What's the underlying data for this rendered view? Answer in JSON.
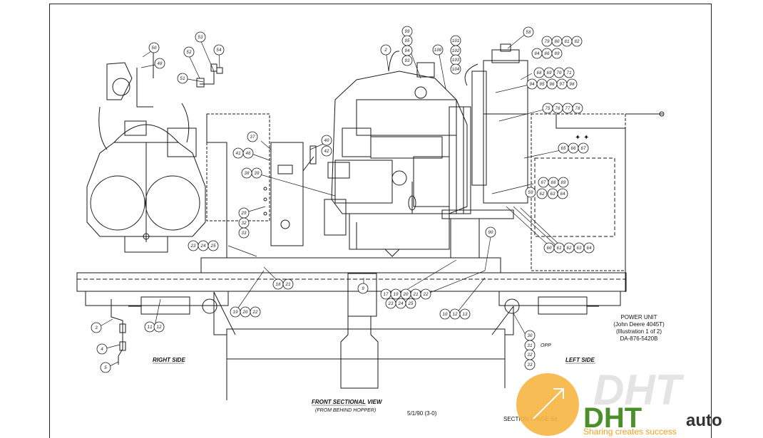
{
  "left_caption": "RIGHT SIDE",
  "right_caption": "LEFT SIDE",
  "view_title": "FRONT SECTIONAL VIEW",
  "view_subtitle": "(FROM BEHIND HOPPER)",
  "date_code": "5/1/90 (3-0)",
  "page_ref": "SECTION I PAGE 6d",
  "title_block": {
    "line1": "POWER UNIT",
    "line2": "(John Deere 4045T)",
    "line3": "(Illustration 1 of 2)",
    "line4": "DA-876-5420B"
  },
  "opp_note": "OPP",
  "watermark": {
    "big": "DHT",
    "brand_left": "DHT",
    "brand_right": "auto",
    "tagline": "Sharing creates success"
  },
  "callouts": {
    "c50": "50",
    "c48": "48",
    "c52": "52",
    "c53": "53",
    "c54": "54",
    "c51": "51",
    "c99": "99",
    "c95": "95",
    "c94": "94",
    "c93": "93",
    "c2": "2",
    "c100": "100",
    "c101": "101",
    "c102": "102",
    "c103": "103",
    "c104": "104",
    "c58": "58",
    "c79": "79",
    "c80": "80",
    "c81": "81",
    "c82": "82",
    "c84": "84",
    "c86": "86",
    "c89": "89",
    "c68": "68",
    "c69": "69",
    "c70": "70",
    "c71": "71",
    "c94b": "94",
    "c95b": "95",
    "c96": "96",
    "c97": "97",
    "c98": "98",
    "c75": "75",
    "c76": "76",
    "c77": "77",
    "c78": "78",
    "c65": "65",
    "c66": "66",
    "c67": "67",
    "c87": "87",
    "c88": "88",
    "c89b": "89",
    "c59": "59",
    "c62": "62",
    "c63": "63",
    "c64": "64",
    "c37": "37",
    "c40": "40",
    "c42": "42",
    "c41": "41",
    "c46": "46",
    "c38": "38",
    "c39": "39",
    "c29": "29",
    "c32": "32",
    "c33": "33",
    "c90": "90",
    "c60": "60",
    "c61": "61",
    "c62b": "62",
    "c63b": "63",
    "c64b": "64",
    "c23": "23",
    "c24": "24",
    "c25": "25",
    "c18": "18",
    "c21": "21",
    "c9": "9",
    "c17": "17",
    "c19": "19",
    "c20": "20",
    "c21b": "21",
    "c22": "22",
    "c23b": "23",
    "c24b": "24",
    "c25b": "25",
    "c19b": "19",
    "c20b": "20",
    "c22b": "22",
    "c10": "10",
    "c12": "12",
    "c13": "13",
    "c3": "3",
    "c11": "11",
    "c12b": "12",
    "c4": "4",
    "c5": "5",
    "c30": "30",
    "c31": "31",
    "c32b": "32",
    "c33b": "33"
  },
  "colors": {
    "line": "#1a1a1a",
    "watermark_orange": "#f5a623",
    "watermark_green": "#4a8f2a",
    "watermark_gray": "#d0d0d0"
  }
}
